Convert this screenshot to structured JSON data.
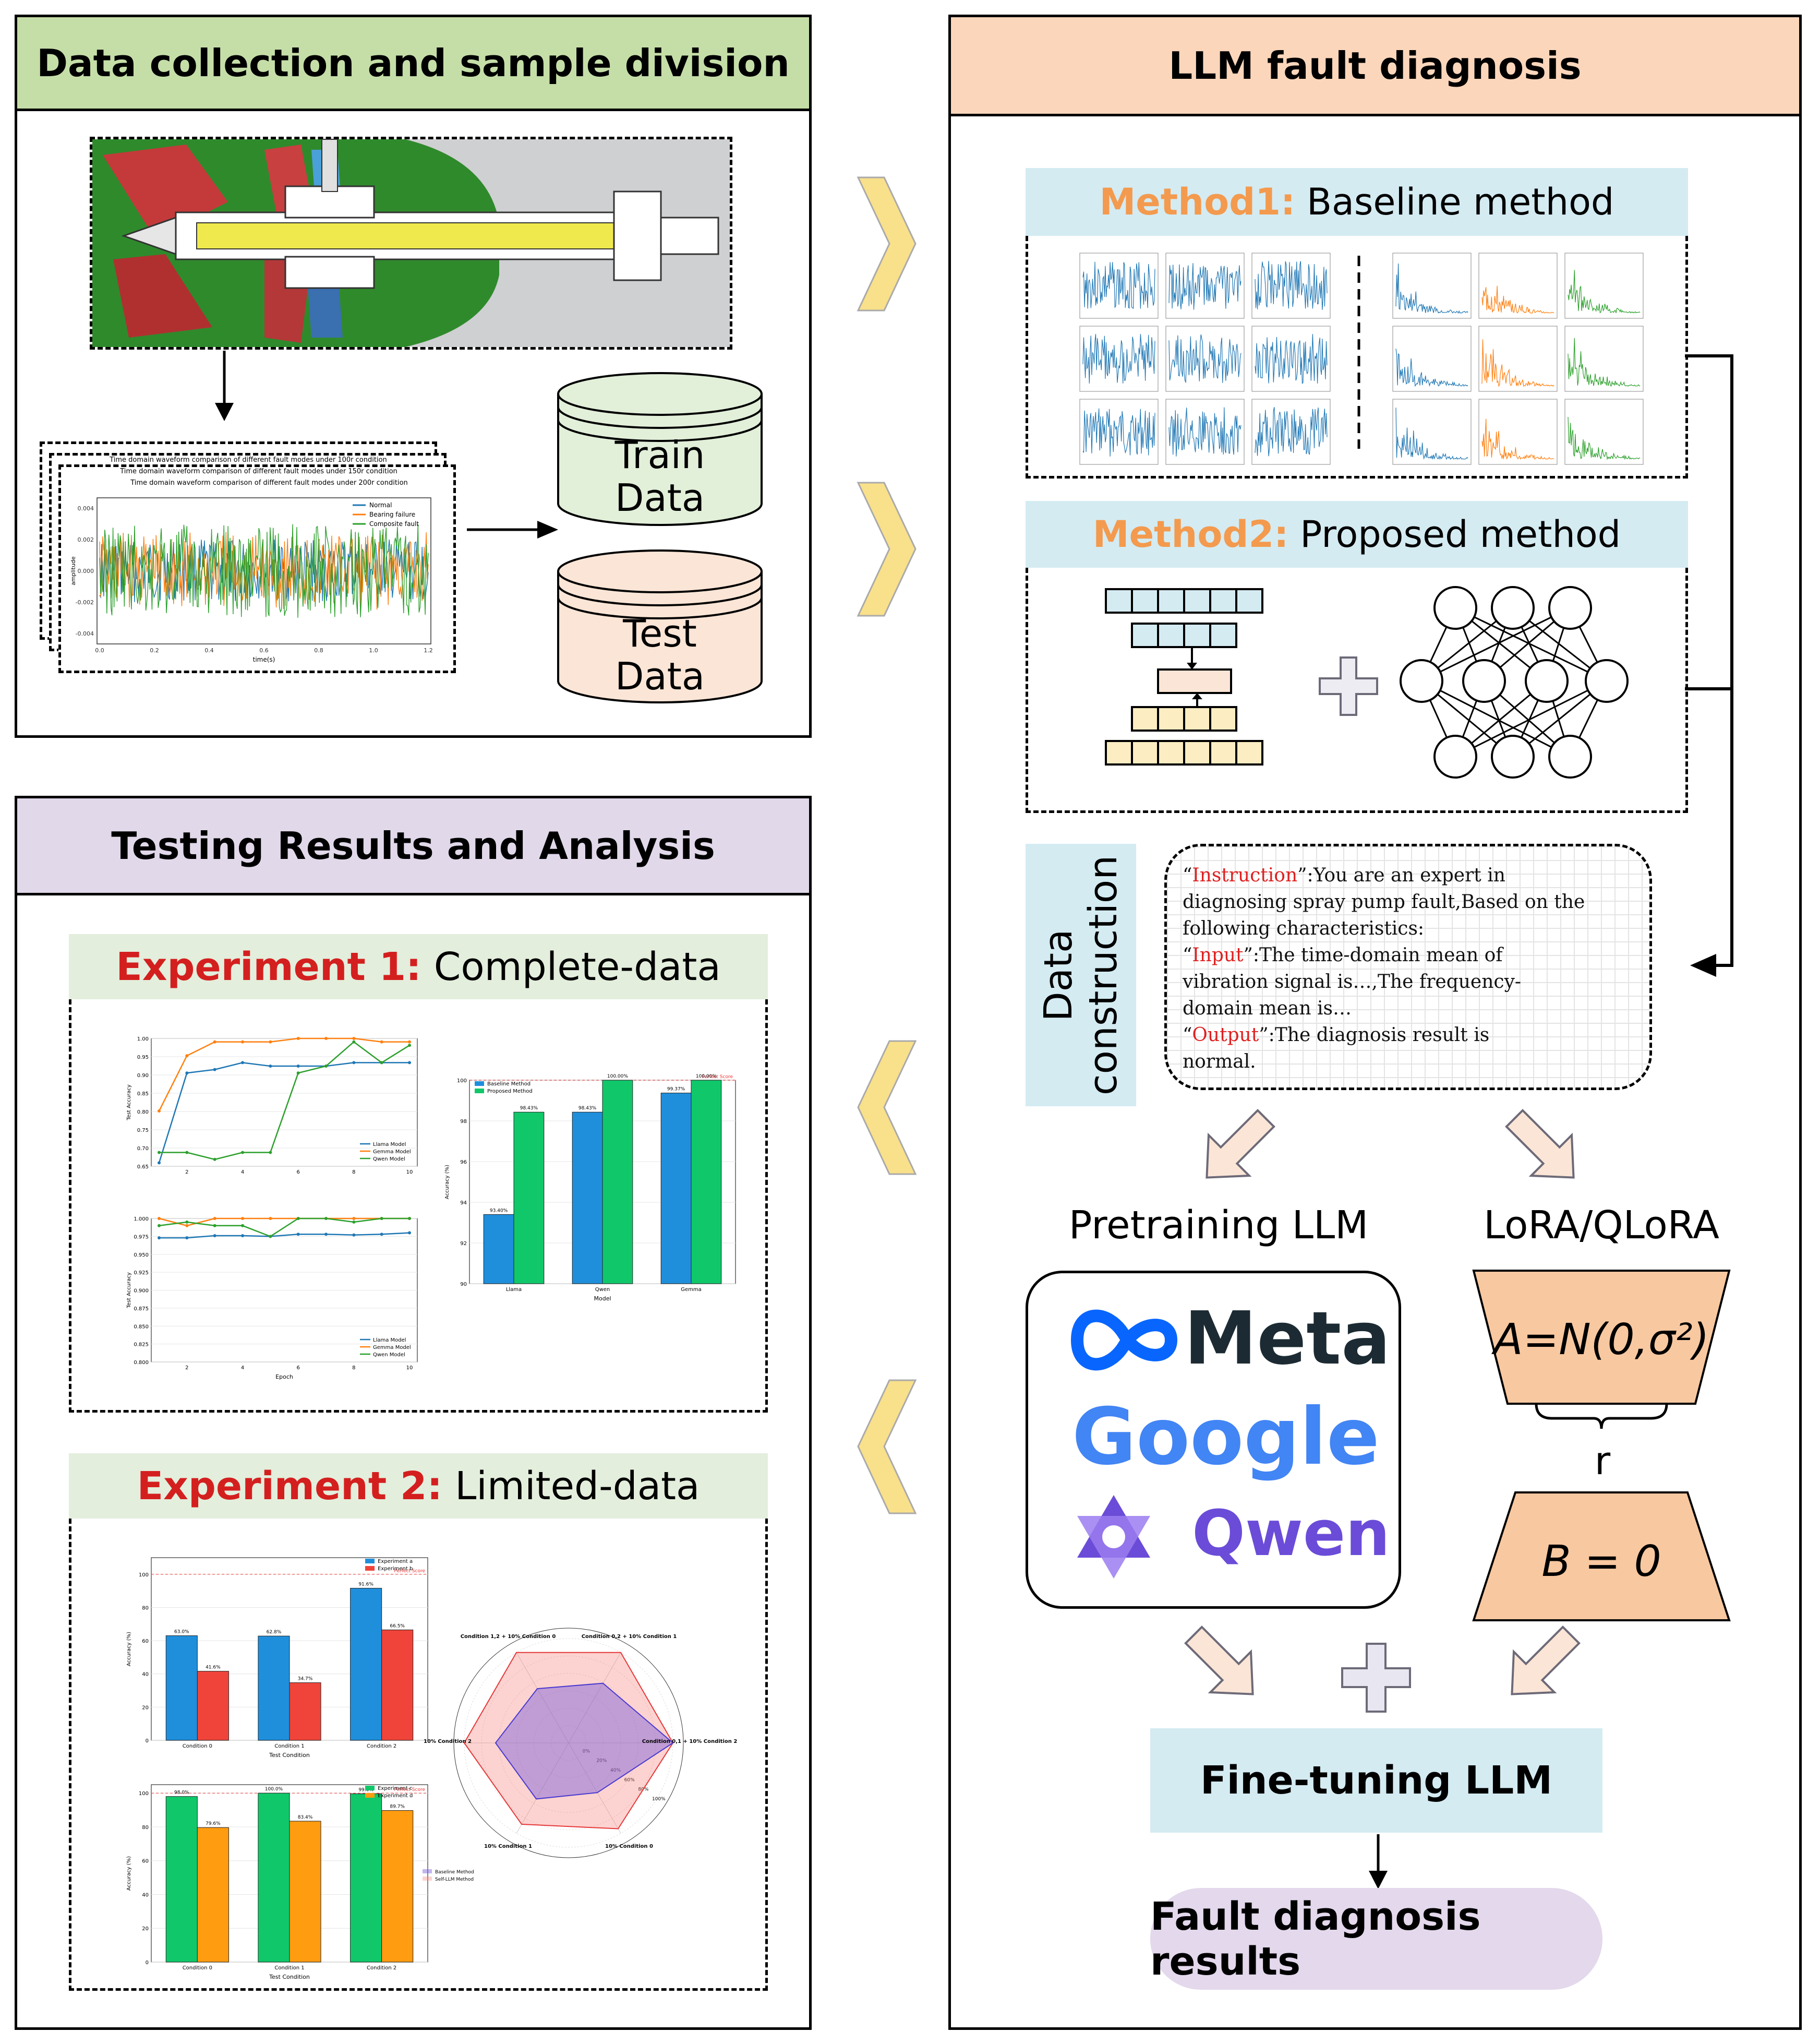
{
  "panels": {
    "data_collection": {
      "title": "Data collection and sample division"
    },
    "llm_diagnosis": {
      "title": "LLM fault diagnosis"
    },
    "testing": {
      "title": "Testing Results and Analysis"
    }
  },
  "datasets": {
    "train": [
      "Train",
      "Data"
    ],
    "test": [
      "Test",
      "Data"
    ]
  },
  "waveform": {
    "titles": [
      "Time domain waveform comparison of different fault modes under 100r condition",
      "Time domain waveform comparison of different fault modes under 150r condition",
      "Time domain waveform comparison of different fault modes under 200r condition"
    ],
    "legend": [
      "Normal",
      "Bearing failure",
      "Composite fault"
    ],
    "ylabel": "amplitude",
    "xlabel": "time(s)",
    "yticks": [
      "0.004",
      "0.002",
      "0.000",
      "-0.002",
      "-0.004"
    ],
    "xticks": [
      "0.0",
      "0.2",
      "0.4",
      "0.6",
      "0.8",
      "1.0",
      "1.2"
    ]
  },
  "methods": {
    "m1": {
      "tag": "Method1:",
      "label": "Baseline method"
    },
    "m2": {
      "tag": "Method2:",
      "label": "Proposed method"
    }
  },
  "data_construction": {
    "label": [
      "Data",
      "construction"
    ],
    "lines": [
      {
        "q1": "“",
        "key": "Instruction",
        "rest": "”:You are an expert in"
      },
      {
        "text": "diagnosing spray pump fault,Based on the"
      },
      {
        "text": "following characteristics:"
      },
      {
        "q1": "“",
        "key": "Input",
        "rest": "”:The time-domain mean of"
      },
      {
        "text": "vibration signal is…,The frequency-"
      },
      {
        "text": "domain mean is…"
      },
      {
        "q1": "“",
        "key": "Output",
        "rest": "”:The diagnosis result is"
      },
      {
        "text": "normal."
      }
    ]
  },
  "pretraining": {
    "label": "Pretraining LLM",
    "logos": [
      "Meta",
      "Google",
      "Qwen"
    ]
  },
  "lora": {
    "label": "LoRA/QLoRA",
    "a_formula": "A=N(0,σ²)",
    "r": "r",
    "b_formula": "B = 0"
  },
  "finetune": {
    "label": "Fine-tuning LLM"
  },
  "results": {
    "label": "Fault diagnosis results"
  },
  "experiments": {
    "e1": {
      "tag": "Experiment 1:",
      "label": "Complete-data"
    },
    "e2": {
      "tag": "Experiment 2:",
      "label": "Limited-data"
    }
  },
  "colors": {
    "green_head": "#c5dea8",
    "orange_head": "#fbd6bb",
    "purple_head": "#e1d8ea",
    "method_head": "#d4ebf2",
    "chevron": "#f9e08a",
    "train_fill": "#e2efd9",
    "test_fill": "#fbe5d6",
    "lora_fill": "#f8c8a0",
    "results_fill": "#e3d8ec",
    "finetune_fill": "#d4ebf2"
  },
  "chart_data": [
    {
      "type": "line",
      "title": "",
      "xlabel": "",
      "ylabel": "Test Accuracy",
      "x": [
        1,
        2,
        3,
        4,
        5,
        6,
        7,
        8,
        9,
        10
      ],
      "xticks": [
        "2",
        "4",
        "6",
        "8",
        "10"
      ],
      "yticks": [
        "1.00",
        "0.95",
        "0.90",
        "0.85",
        "0.80",
        "0.75",
        "0.70",
        "0.65"
      ],
      "ylim": [
        0.63,
        1.0
      ],
      "legend": "bottom-right",
      "series": [
        {
          "name": "Llama Model",
          "color": "#1f77b4",
          "values": [
            0.64,
            0.9,
            0.91,
            0.93,
            0.92,
            0.92,
            0.92,
            0.93,
            0.93,
            0.93
          ]
        },
        {
          "name": "Gemma Model",
          "color": "#ff7f0e",
          "values": [
            0.79,
            0.95,
            0.99,
            0.99,
            0.99,
            1.0,
            1.0,
            1.0,
            0.99,
            0.99
          ]
        },
        {
          "name": "Qwen Model",
          "color": "#2ca02c",
          "values": [
            0.67,
            0.67,
            0.65,
            0.67,
            0.67,
            0.9,
            0.92,
            0.99,
            0.93,
            0.98
          ]
        }
      ]
    },
    {
      "type": "line",
      "title": "",
      "xlabel": "Epoch",
      "ylabel": "Test Accuracy",
      "x": [
        1,
        2,
        3,
        4,
        5,
        6,
        7,
        8,
        9,
        10
      ],
      "xticks": [
        "2",
        "4",
        "6",
        "8",
        "10"
      ],
      "yticks": [
        "1.000",
        "0.975",
        "0.950",
        "0.925",
        "0.900",
        "0.875",
        "0.850",
        "0.825",
        "0.800"
      ],
      "ylim": [
        0.8,
        1.0
      ],
      "legend": "bottom-right",
      "series": [
        {
          "name": "Llama Model",
          "color": "#1f77b4",
          "values": [
            0.973,
            0.973,
            0.976,
            0.976,
            0.975,
            0.978,
            0.978,
            0.977,
            0.978,
            0.98
          ]
        },
        {
          "name": "Gemma Model",
          "color": "#ff7f0e",
          "values": [
            1.0,
            0.99,
            1.0,
            1.0,
            1.0,
            1.0,
            1.0,
            1.0,
            1.0,
            1.0
          ]
        },
        {
          "name": "Qwen Model",
          "color": "#2ca02c",
          "values": [
            0.99,
            0.995,
            0.99,
            0.99,
            0.975,
            1.0,
            1.0,
            0.995,
            1.0,
            1.0
          ]
        }
      ]
    },
    {
      "type": "bar",
      "title": "",
      "xlabel": "Model",
      "ylabel": "Accuracy (%)",
      "categories": [
        "Llama",
        "Qwen",
        "Gemma"
      ],
      "yticks": [
        "100",
        "98",
        "96",
        "94",
        "92",
        "90"
      ],
      "ylim": [
        90,
        100
      ],
      "legend": "top-left",
      "reference": "Perfect Score",
      "series": [
        {
          "name": "Baseline Method",
          "color": "#1f8fdc",
          "values": [
            93.4,
            98.43,
            99.37
          ],
          "labels": [
            "93.40%",
            "98.43%",
            "99.37%"
          ]
        },
        {
          "name": "Proposed Method",
          "color": "#10c86a",
          "values": [
            98.43,
            100.0,
            100.0
          ],
          "labels": [
            "98.43%",
            "100.00%",
            "100.00%"
          ]
        }
      ]
    },
    {
      "type": "bar",
      "title": "",
      "xlabel": "Test Condition",
      "ylabel": "Accuracy (%)",
      "categories": [
        "Condition 0",
        "Condition 1",
        "Condition 2"
      ],
      "yticks": [
        "100",
        "80",
        "60",
        "40",
        "20",
        "0"
      ],
      "ylim": [
        0,
        110
      ],
      "legend": "top-right",
      "reference": "Perfect Score",
      "series": [
        {
          "name": "Experiment a",
          "color": "#1f8fdc",
          "values": [
            63.0,
            62.8,
            91.6
          ],
          "labels": [
            "63.0%",
            "62.8%",
            "91.6%"
          ]
        },
        {
          "name": "Experiment b",
          "color": "#f0443a",
          "values": [
            41.6,
            34.7,
            66.5
          ],
          "labels": [
            "41.6%",
            "34.7%",
            "66.5%"
          ]
        }
      ]
    },
    {
      "type": "bar",
      "title": "",
      "xlabel": "Test Condition",
      "ylabel": "Accuracy (%)",
      "categories": [
        "Condition 0",
        "Condition 1",
        "Condition 2"
      ],
      "yticks": [
        "100",
        "80",
        "60",
        "40",
        "20",
        "0"
      ],
      "ylim": [
        0,
        105
      ],
      "legend": "top-right",
      "reference": "Perfect Score",
      "series": [
        {
          "name": "Experiment c",
          "color": "#10c86a",
          "values": [
            98.0,
            100.0,
            99.6
          ],
          "labels": [
            "98.0%",
            "100.0%",
            "99.6%"
          ]
        },
        {
          "name": "Experiment d",
          "color": "#ff9c10",
          "values": [
            79.6,
            83.4,
            89.7
          ],
          "labels": [
            "79.6%",
            "83.4%",
            "89.7%"
          ]
        }
      ]
    },
    {
      "type": "radar",
      "title": "",
      "axes": [
        "Condition 0,2 + 10% Condition 1",
        "Condition 0,1 + 10% Condition 2",
        "10% Condition 0",
        "10% Condition 1",
        "10% Condition 2",
        "Condition 1,2 + 10% Condition 0"
      ],
      "rticks": [
        "0%",
        "20%",
        "40%",
        "60%",
        "80%",
        "100%"
      ],
      "rlim": [
        0,
        100
      ],
      "legend": "bottom-left",
      "series": [
        {
          "name": "Baseline Method",
          "color": "#4a3ad0",
          "values": [
            66,
            100,
            55,
            62,
            70,
            60
          ]
        },
        {
          "name": "Self-LLM Method",
          "color": "#e5393a",
          "values": [
            100,
            100,
            95,
            90,
            100,
            100
          ]
        }
      ]
    }
  ]
}
